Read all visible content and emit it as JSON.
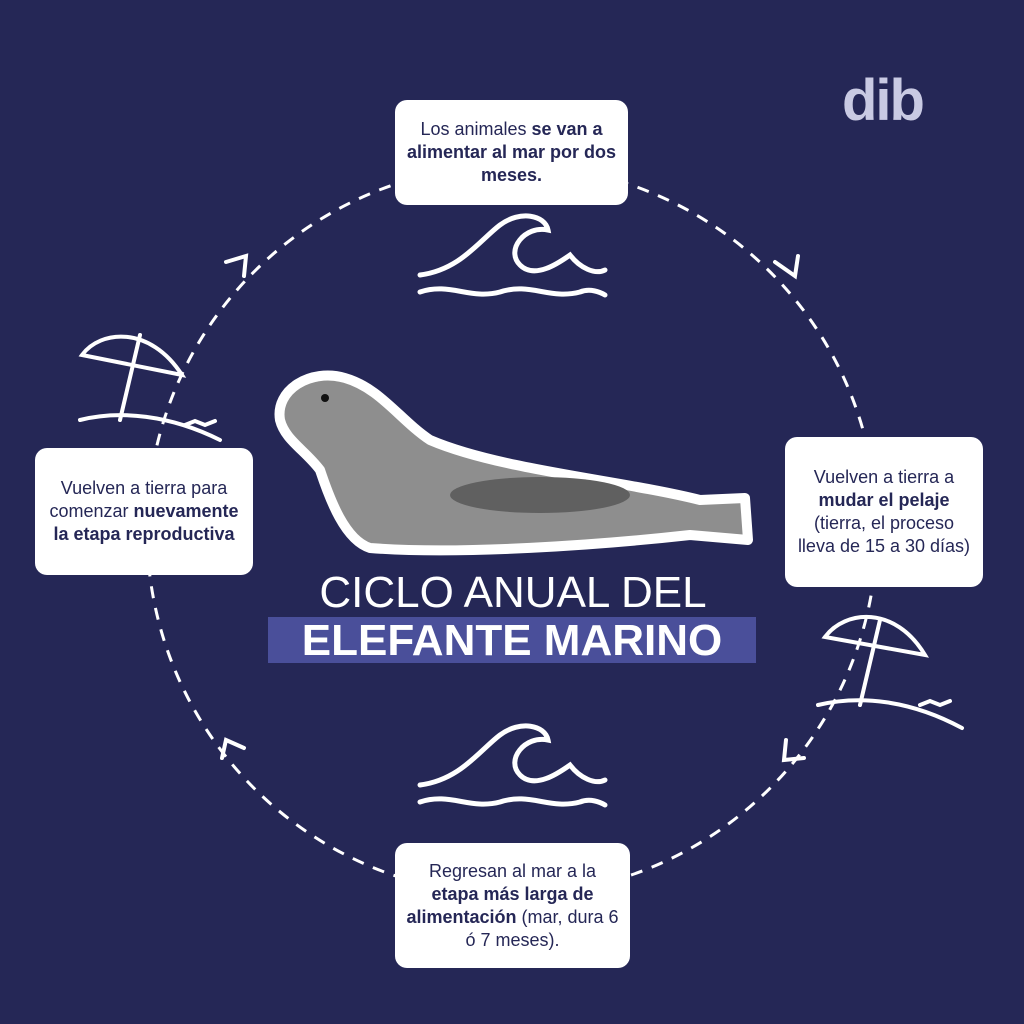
{
  "logo": "dib",
  "title": {
    "line1": "CICLO ANUAL DEL",
    "line2": "ELEFANTE MARINO"
  },
  "steps": [
    {
      "pre": "Los animales ",
      "bold": "se van a alimentar al mar por dos meses.",
      "post": ""
    },
    {
      "pre": "Vuelven a tierra a ",
      "bold": "mudar el pelaje",
      "post": " (tierra, el proceso lleva de 15 a 30 días)"
    },
    {
      "pre": "Regresan al mar a la ",
      "bold": "etapa más larga de alimentación",
      "post": " (mar, dura 6 ó 7 meses)."
    },
    {
      "pre": "Vuelven a tierra para comenzar ",
      "bold": "nuevamente la etapa reproductiva",
      "post": ""
    }
  ],
  "colors": {
    "background": "#252756",
    "highlight": "#4a4f9a",
    "logo": "#c9cae3"
  }
}
